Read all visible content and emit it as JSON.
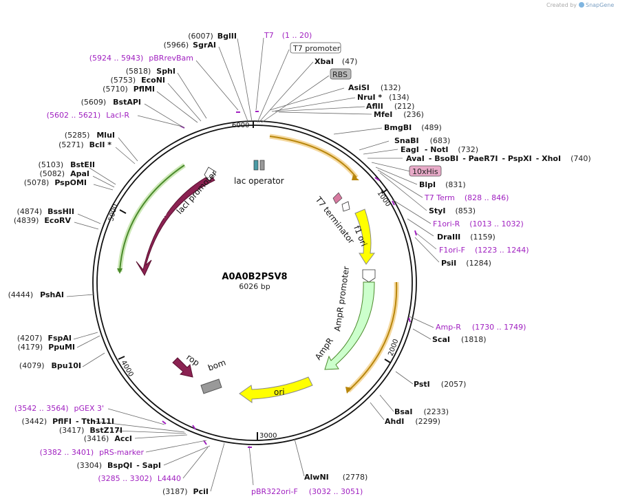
{
  "watermark": "Created by",
  "watermark_brand": "SnapGene",
  "plasmid": {
    "name": "A0A0B2PSV8",
    "size": "6026 bp"
  },
  "ticks": [
    "6000",
    "1000",
    "2000",
    "3000",
    "4000",
    "5000"
  ],
  "features": {
    "lac_operator": "lac operator",
    "laci_promoter": "lacI promoter",
    "laci": "lacI",
    "t7_terminator": "T7 terminator",
    "f1_ori": "f1 ori",
    "ampr_promoter": "AmpR promoter",
    "ampr": "AmpR",
    "ori": "ori",
    "rop": "rop",
    "bom": "bom"
  },
  "tags": {
    "t7_promoter": "T7 promoter",
    "rbs": "RBS",
    "his": "10xHis"
  },
  "sites_right": [
    {
      "name": "T7",
      "pos": "(1 .. 20)",
      "primer": true
    },
    {
      "name": "XbaI",
      "pos": "(47)"
    },
    {
      "name": "AsiSI",
      "pos": "(132)"
    },
    {
      "name": "NruI *",
      "pos": "(134)"
    },
    {
      "name": "AflII",
      "pos": "(212)"
    },
    {
      "name": "MfeI",
      "pos": "(236)"
    },
    {
      "name": "BmgBI",
      "pos": "(489)"
    },
    {
      "name": "SnaBI",
      "pos": "(683)"
    },
    {
      "name": "EagI",
      "pos": ""
    },
    {
      "name": "- NotI",
      "pos": "(732)"
    },
    {
      "name": "AvaI",
      "pos": ""
    },
    {
      "name": "- BsoBI",
      "pos": ""
    },
    {
      "name": "- PaeR7I",
      "pos": ""
    },
    {
      "name": "- PspXI",
      "pos": ""
    },
    {
      "name": "- XhoI",
      "pos": "(740)"
    },
    {
      "name": "BlpI",
      "pos": "(831)"
    },
    {
      "name": "T7 Term",
      "pos": "(828 .. 846)",
      "primer": true
    },
    {
      "name": "StyI",
      "pos": "(853)"
    },
    {
      "name": "F1ori-R",
      "pos": "(1013 .. 1032)",
      "primer": true
    },
    {
      "name": "DraIII",
      "pos": "(1159)"
    },
    {
      "name": "F1ori-F",
      "pos": "(1223 .. 1244)",
      "primer": true
    },
    {
      "name": "PsiI",
      "pos": "(1284)"
    },
    {
      "name": "Amp-R",
      "pos": "(1730 .. 1749)",
      "primer": true
    },
    {
      "name": "ScaI",
      "pos": "(1818)"
    },
    {
      "name": "PstI",
      "pos": "(2057)"
    },
    {
      "name": "BsaI",
      "pos": "(2233)"
    },
    {
      "name": "AhdI",
      "pos": "(2299)"
    },
    {
      "name": "AlwNI",
      "pos": "(2778)"
    },
    {
      "name": "pBR322ori-F",
      "pos": "(3032 .. 3051)",
      "primer": true
    }
  ],
  "sites_left": [
    {
      "name": "BglII",
      "pos": "(6007)"
    },
    {
      "name": "SgrAI",
      "pos": "(5966)"
    },
    {
      "name": "pBRrevBam",
      "pos": "(5924 .. 5943)",
      "primer": true
    },
    {
      "name": "SphI",
      "pos": "(5818)"
    },
    {
      "name": "EcoNI",
      "pos": "(5753)"
    },
    {
      "name": "PflMI",
      "pos": "(5710)"
    },
    {
      "name": "BstAPI",
      "pos": "(5609)"
    },
    {
      "name": "LacI-R",
      "pos": "(5602 .. 5621)",
      "primer": true
    },
    {
      "name": "MluI",
      "pos": "(5285)"
    },
    {
      "name": "BclI *",
      "pos": "(5271)"
    },
    {
      "name": "BstEII",
      "pos": "(5103)"
    },
    {
      "name": "ApaI",
      "pos": "(5082)"
    },
    {
      "name": "PspOMI",
      "pos": "(5078)"
    },
    {
      "name": "BssHII",
      "pos": "(4874)"
    },
    {
      "name": "EcoRV",
      "pos": "(4839)"
    },
    {
      "name": "PshAI",
      "pos": "(4444)"
    },
    {
      "name": "FspAI",
      "pos": "(4207)"
    },
    {
      "name": "PpuMI",
      "pos": "(4179)"
    },
    {
      "name": "Bpu10I",
      "pos": "(4079)"
    },
    {
      "name": "pGEX 3'",
      "pos": "(3542 .. 3564)",
      "primer": true
    },
    {
      "name": "PflFI",
      "pos": "(3442)"
    },
    {
      "name": "- Tth111I",
      "pos": ""
    },
    {
      "name": "BstZ17I",
      "pos": "(3417)"
    },
    {
      "name": "AccI",
      "pos": "(3416)"
    },
    {
      "name": "pRS-marker",
      "pos": "(3382 .. 3401)",
      "primer": true
    },
    {
      "name": "BspQI",
      "pos": "(3304)"
    },
    {
      "name": "- SapI",
      "pos": ""
    },
    {
      "name": "L4440",
      "pos": "(3285 .. 3302)",
      "primer": true
    },
    {
      "name": "PciI",
      "pos": "(3187)"
    }
  ]
}
